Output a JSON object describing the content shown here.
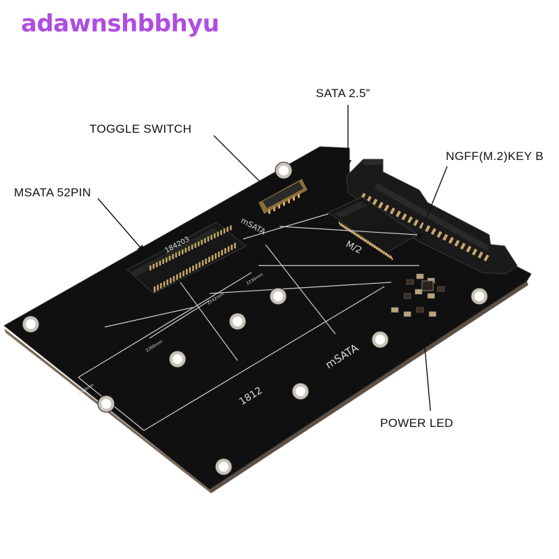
{
  "watermark": "adawnshbbhyu",
  "callouts": {
    "sata": "SATA 2.5”",
    "toggle": "TOGGLE SWITCH",
    "ngff": "NGFF(M.2)KEY B",
    "msata": "MSATA 52PIN",
    "led": "POWER LED"
  },
  "board": {
    "label_m2": "M/2",
    "label_msata_small": "mSATA",
    "label_msata_big": "mSATA",
    "label_num": "1812",
    "chip_code": "184203",
    "size_2230": "2230mm",
    "size_2242": "2242mm",
    "size_2260": "2260mm",
    "size_2280": "2280mm"
  },
  "colors": {
    "pcb": "#101010",
    "pcb_edge": "#7a6a58",
    "silkscreen": "#d9d9d9",
    "contacts": "#c9a86a",
    "watermark": "#b04de0"
  }
}
